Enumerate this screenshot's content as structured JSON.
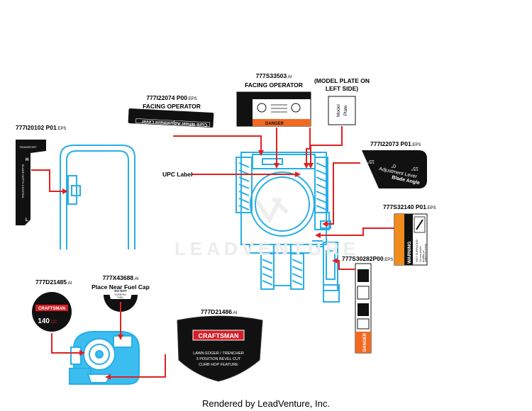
{
  "watermark": "LEADVENTURE",
  "footer": "Rendered by LeadVenture, Inc.",
  "parts": {
    "p1": {
      "num": "777I20102 P01",
      "ext": ".EPS"
    },
    "p2": {
      "num": "777I22074 P00",
      "ext": ".EPS",
      "note": "FACING OPERATOR"
    },
    "p3": {
      "num": "777S33503",
      "ext": ".AI",
      "note": "FACING OPERATOR"
    },
    "p4": {
      "note_line1": "(MODEL PLATE ON",
      "note_line2": "LEFT SIDE)"
    },
    "p5": {
      "num": "777I22073 P01",
      "ext": ".EPS"
    },
    "p6": {
      "num": "777S32140 P01",
      "ext": ".EPS"
    },
    "p7": {
      "num": "777S30282P00",
      "ext": ".EPS"
    },
    "p8": {
      "num": "777D21485",
      "ext": ".AI"
    },
    "p9": {
      "num": "777X43688",
      "ext": ".AI",
      "note": "Place Near Fuel Cap"
    },
    "p10": {
      "num": "777D21486",
      "ext": ".AI"
    }
  },
  "upc_label": "UPC Label",
  "decals": {
    "model_plate": [
      "Model",
      "Plate"
    ],
    "curb_wheel": "Curb Wheel Adjustment Lever",
    "blade_angle": "Blade Angle",
    "adjustment_lever": "Adjustment Lever",
    "blade_degrees": [
      "15°",
      "0°",
      "15°"
    ],
    "blade_depth_control": "BLADE DEPTH CONTROL",
    "danger": "DANGER",
    "warning": "WARNING",
    "warning_text": [
      "HOT SURFACES!",
      "Do not touch",
      "muffler or",
      "adjacent areas"
    ],
    "craftsman": "CRAFTSMAN",
    "badge_cc": "140",
    "badge_cc_unit": "CC",
    "fuel_cap_text": [
      "DO NOT",
      "OVERFILL",
      "FUEL"
    ],
    "product_lines": [
      "LAWN EDGER / TRENCHER",
      "3 POSITION BEVEL CUT",
      "CURB HOP FEATURE"
    ]
  },
  "colors": {
    "machine": "#29aee6",
    "arrow": "#e02020",
    "decal_black": "#111111",
    "warning_orange": "#f08c1e",
    "danger_orange": "#f26a21",
    "craftsman_red": "#d41f26"
  }
}
